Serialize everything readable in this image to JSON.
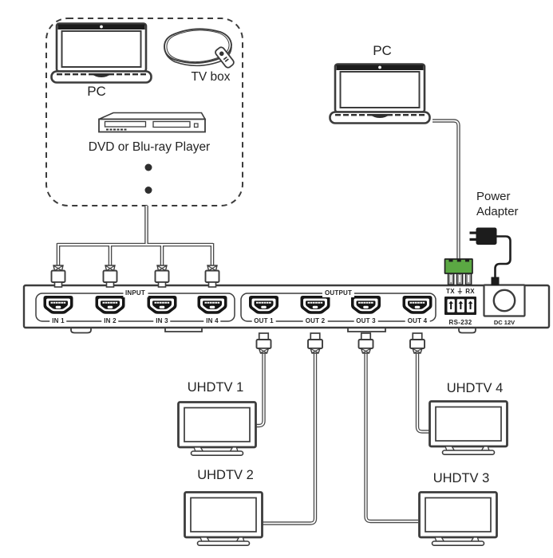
{
  "sources": {
    "pc_label": "PC",
    "tvbox_label": "TV box",
    "dvd_label": "DVD or Blu-ray Player"
  },
  "control": {
    "pc_label": "PC",
    "power_adapter_label": "Power\nAdapter"
  },
  "panel": {
    "input_section_label": "INPUT",
    "output_section_label": "OUTPUT",
    "input_ports": [
      "IN 1",
      "IN 2",
      "IN 3",
      "IN 4"
    ],
    "output_ports": [
      "OUT 1",
      "OUT 2",
      "OUT 3",
      "OUT 4"
    ],
    "rs232_pins_label": "TX ⏚ RX",
    "rs232_label": "RS-232",
    "dc_power_label": "DC 12V"
  },
  "displays": {
    "tv1": "UHDTV 1",
    "tv2": "UHDTV 2",
    "tv3": "UHDTV 3",
    "tv4": "UHDTV 4"
  },
  "colors": {
    "line": "#3c3c3c",
    "terminal_green": "#5BA843"
  }
}
